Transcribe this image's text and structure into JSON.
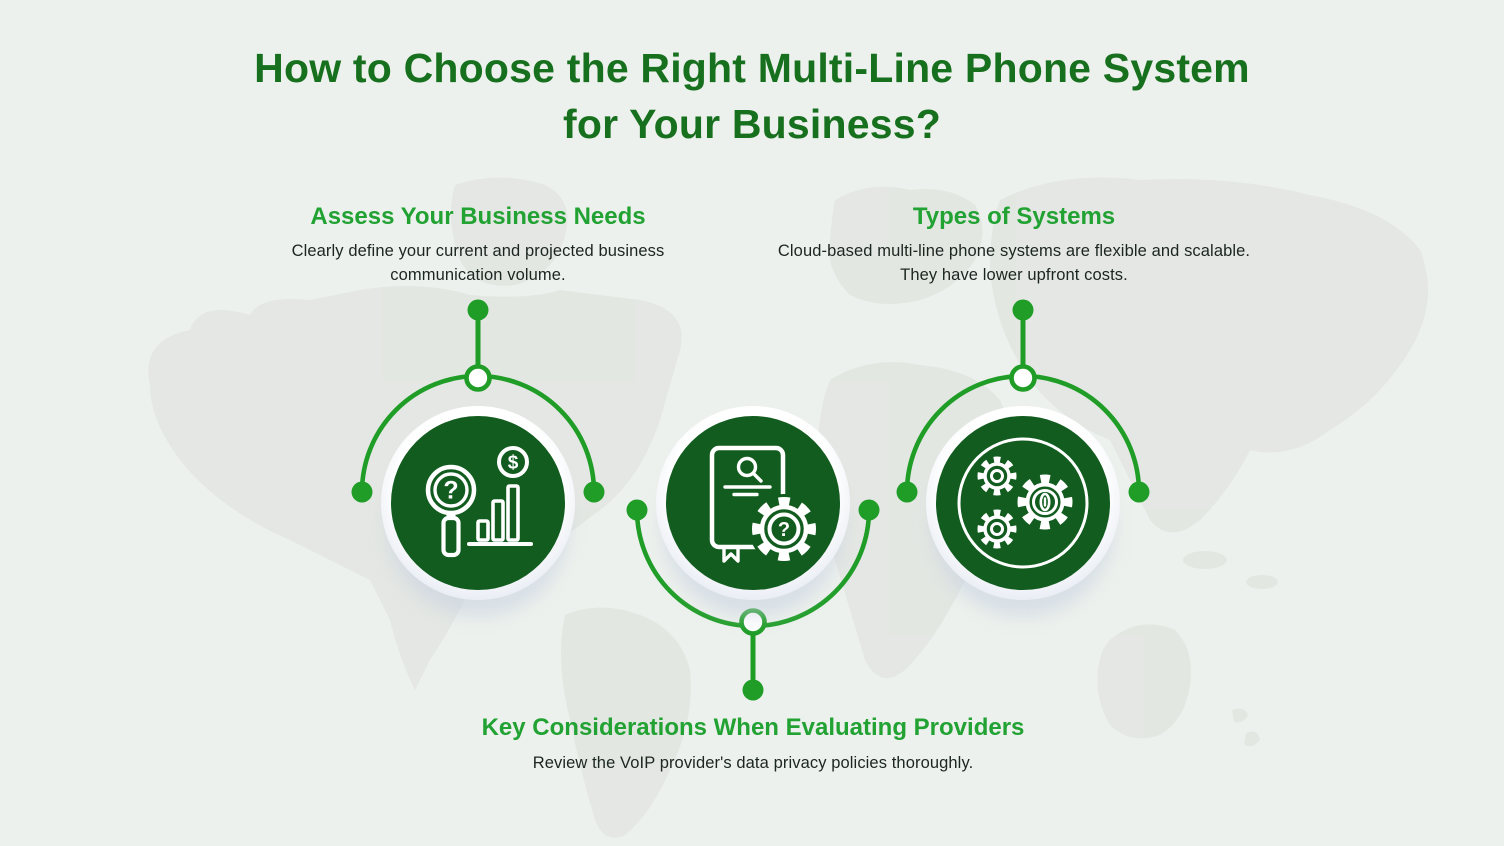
{
  "title": {
    "line1": "How to Choose the Right Multi-Line Phone System",
    "line2": "for Your Business?"
  },
  "steps": [
    {
      "heading": "Assess Your Business Needs",
      "description": "Clearly define your current and projected business communication volume.",
      "icon": "magnifier-bar-chart-dollar-icon",
      "text_position": "above",
      "icon_glyphs": {
        "question_mark": "?",
        "dollar_sign": "$"
      }
    },
    {
      "heading": "Key Considerations When Evaluating Providers",
      "description": "Review the VoIP provider's data privacy policies thoroughly.",
      "icon": "document-search-gear-question-icon",
      "text_position": "below",
      "icon_glyphs": {
        "question_mark": "?"
      }
    },
    {
      "heading": "Types of Systems",
      "description": "Cloud-based multi-line phone systems are flexible and scalable. They have lower upfront costs.",
      "icon": "three-gears-icon",
      "text_position": "above"
    }
  ],
  "colors": {
    "background": "#edf1ed",
    "map_watermark": "#e2e6e1",
    "title_green": "#17701e",
    "heading_green": "#21a233",
    "body_text": "#1c2620",
    "connector_green": "#1f9d27",
    "medallion_green": "#115c1e",
    "icon_stroke": "#ffffff",
    "medallion_base": "#ffffff"
  }
}
